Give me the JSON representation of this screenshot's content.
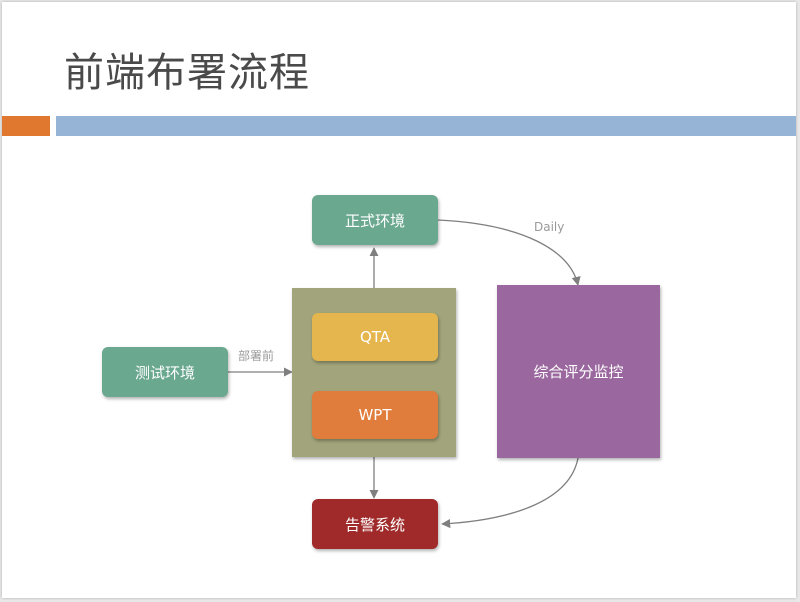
{
  "title": "前端布署流程",
  "colors": {
    "title_bar_orange": "#e0782f",
    "title_bar_blue": "#96b5d6",
    "teal_box": "#6ba890",
    "olive_container": "#a2a57b",
    "qta_box": "#e5b54e",
    "wpt_box": "#e07c3c",
    "alarm_box": "#a02a2a",
    "monitor_box": "#9a689e",
    "arrow": "#7f7f7f"
  },
  "nodes": {
    "prod_env": "正式环境",
    "test_env": "测试环境",
    "qta": "QTA",
    "wpt": "WPT",
    "monitor": "综合评分监控",
    "alarm": "告警系统"
  },
  "edge_labels": {
    "daily": "Daily",
    "pre_deploy": "部署前"
  }
}
